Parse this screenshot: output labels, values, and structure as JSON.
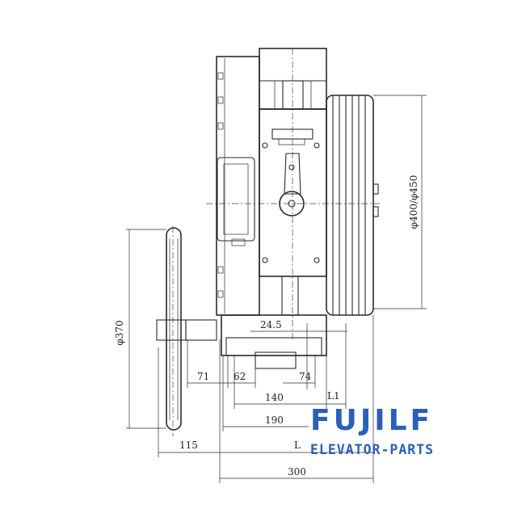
{
  "dimensions": {
    "d_handwheel": "φ370",
    "d_sheave": "φ400/φ450",
    "d_24_5": "24.5",
    "d_71": "71",
    "d_62": "62",
    "d_74": "74",
    "d_140": "140",
    "d_l1": "L1",
    "d_190": "190",
    "d_115": "115",
    "d_l": "L",
    "d_300": "300"
  },
  "logo": {
    "brand": "FUJILF",
    "tagline": "ELEVATOR-PARTS",
    "color": "#2b5fb8"
  }
}
